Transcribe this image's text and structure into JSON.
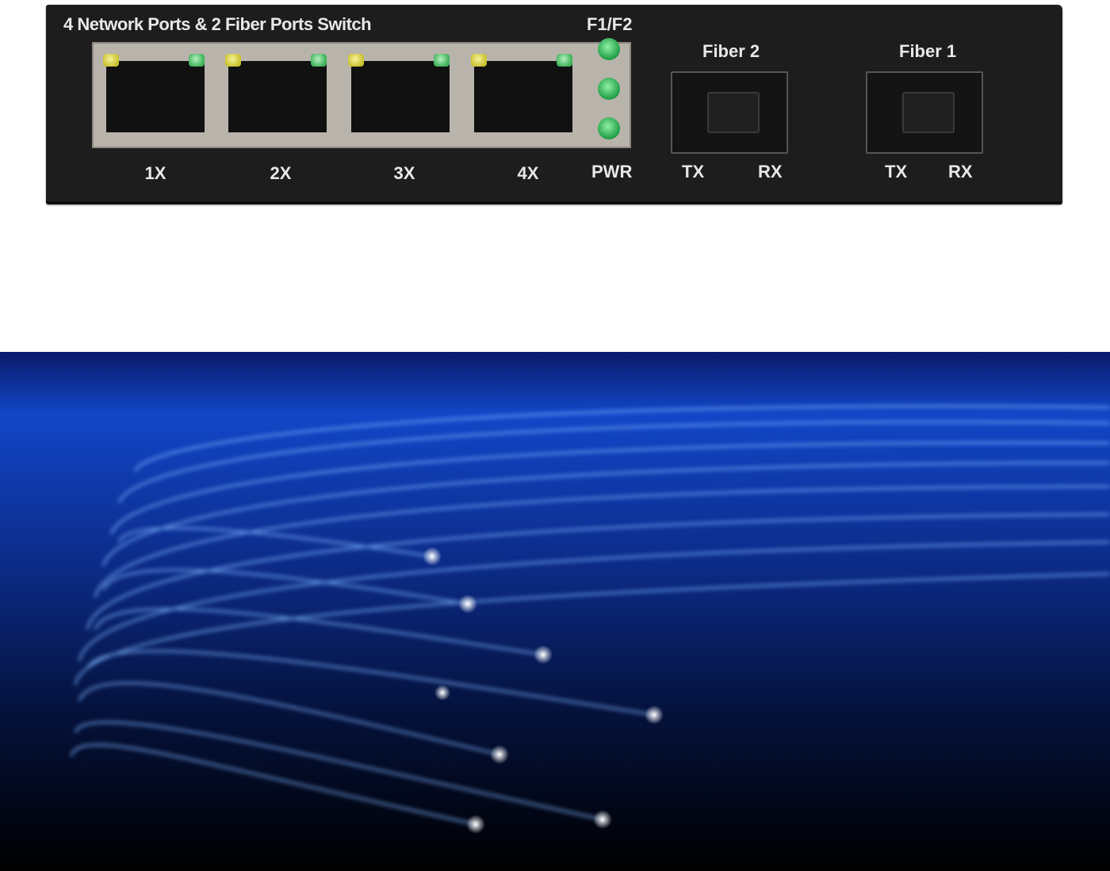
{
  "device": {
    "title": "4 Network Ports & 2 Fiber Ports Switch",
    "ethernet_ports": [
      {
        "label": "1X",
        "led_left": "yellow",
        "led_right": "green"
      },
      {
        "label": "2X",
        "led_left": "yellow",
        "led_right": "green"
      },
      {
        "label": "3X",
        "led_left": "yellow",
        "led_right": "green"
      },
      {
        "label": "4X",
        "led_left": "yellow",
        "led_right": "green"
      }
    ],
    "status_leds": {
      "top_label": "F1/F2",
      "bottom_label": "PWR",
      "count": 3,
      "color": "#2fbf55"
    },
    "fiber_ports": [
      {
        "name": "Fiber 2",
        "tx_label": "TX",
        "rx_label": "RX"
      },
      {
        "name": "Fiber 1",
        "tx_label": "TX",
        "rx_label": "RX"
      }
    ]
  },
  "hero": {
    "description": "Glowing blue fiber optic strands on dark background",
    "accent_color": "#3a86ff"
  }
}
